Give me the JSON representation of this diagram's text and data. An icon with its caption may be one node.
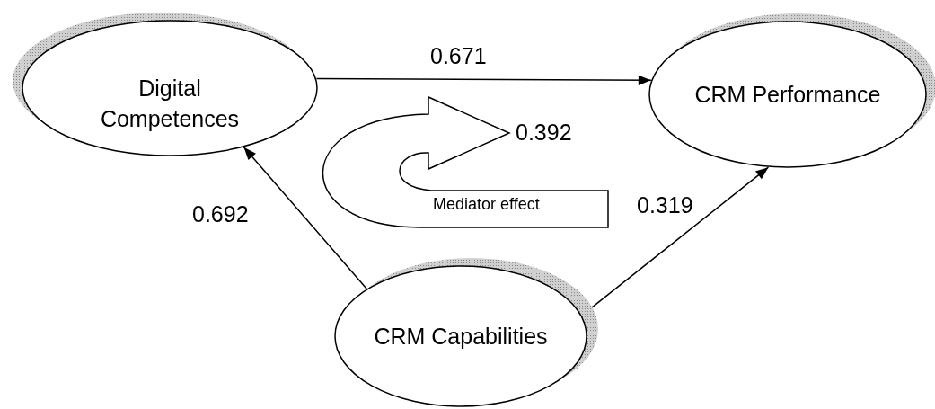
{
  "diagram": {
    "nodes": [
      {
        "text": [
          "Digital Competences"
        ]
      },
      {
        "text": [
          "CRM Performance"
        ]
      },
      {
        "text": [
          "CRM Capabilities"
        ]
      },
      {
        "text": [
          "Mediator effect"
        ],
        "beside": [
          "0.392"
        ]
      }
    ],
    "edges": [
      {
        "from": 0,
        "to": 1,
        "arrow": "to",
        "label": "0.671"
      },
      {
        "from": 2,
        "to": 0,
        "arrow": "to",
        "label": "0.692"
      },
      {
        "from": 2,
        "to": 1,
        "arrow": "to",
        "label": "0.319"
      }
    ]
  }
}
